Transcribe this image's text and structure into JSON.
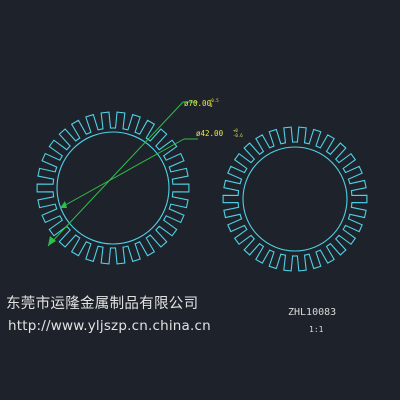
{
  "colors": {
    "background": "#1e222b",
    "profile": "#4fd1e6",
    "dimension": "#2ec04a",
    "dimension_text": "#e8e84a",
    "drawing_text": "#d9d9d9",
    "watermark": "#e2e2e2"
  },
  "dimensions": {
    "outer": {
      "main": "ø70.00",
      "tol_upper": "+0.5",
      "tol_lower": "0"
    },
    "inner": {
      "main": "ø42.00",
      "tol_upper": "+0",
      "tol_lower": "-0.6"
    }
  },
  "drawing": {
    "part_number": "ZHL10083",
    "scale": "1:1"
  },
  "watermark": {
    "company": "东莞市运隆金属制品有限公司",
    "url": "http://www.yljszp.cn.china.cn"
  },
  "profile": {
    "fin_count": 30
  }
}
